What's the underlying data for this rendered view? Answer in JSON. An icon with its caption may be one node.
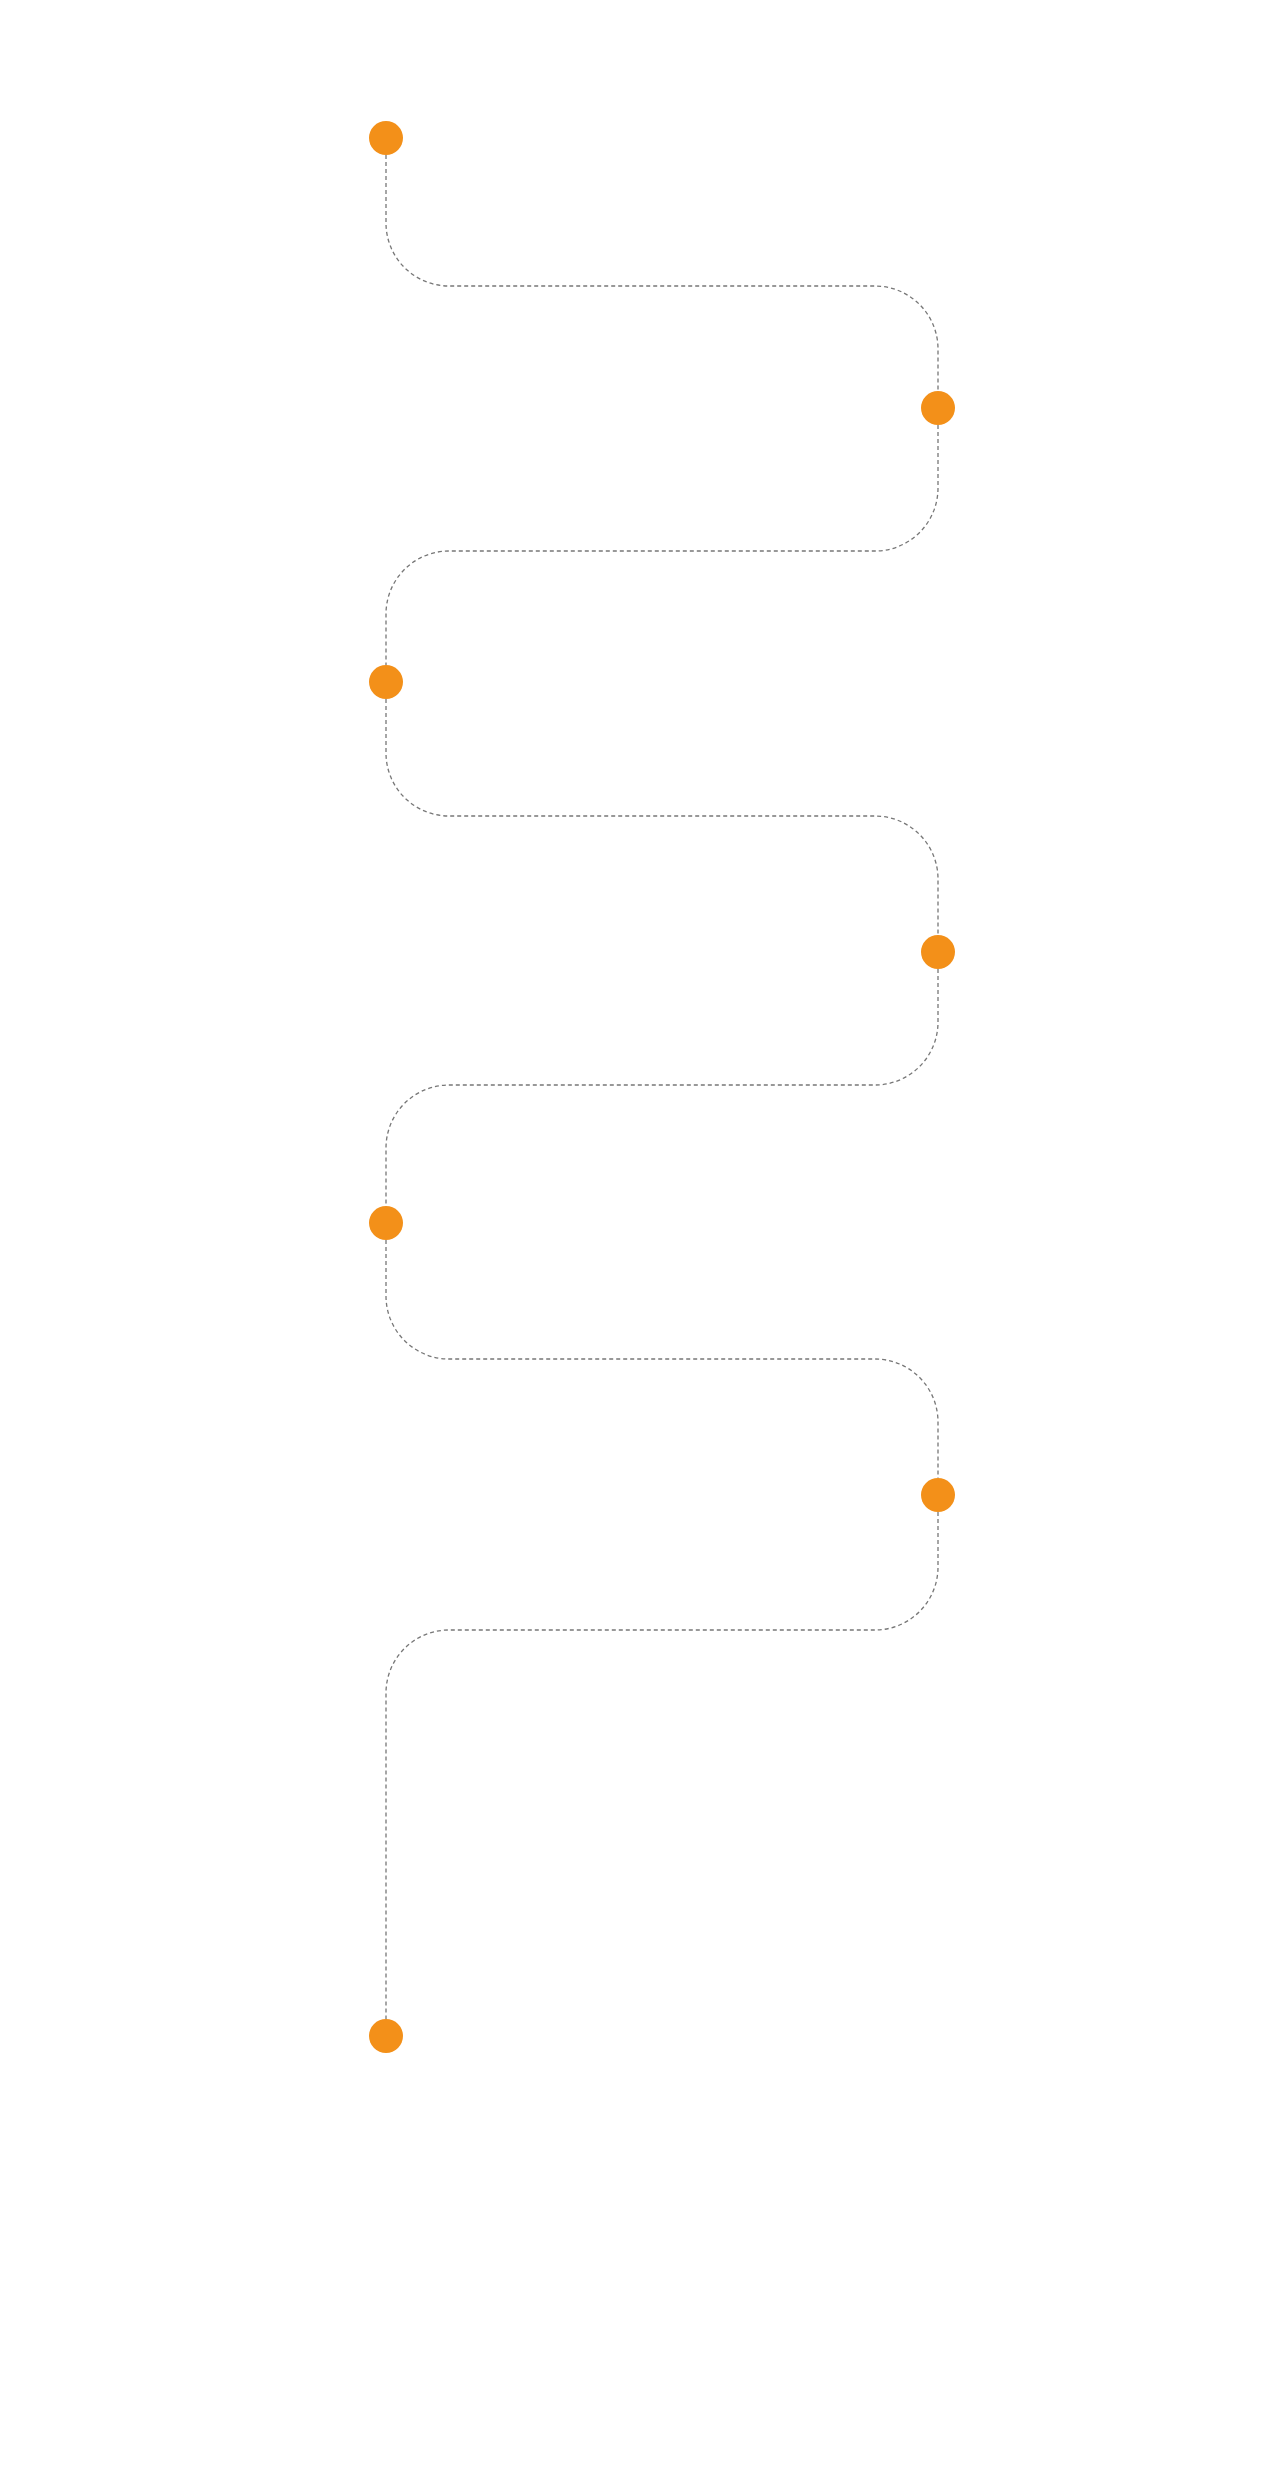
{
  "diagram": {
    "nodes": [
      {
        "text": [],
        "shape": "circle"
      },
      {
        "text": [],
        "shape": "circle"
      },
      {
        "text": [],
        "shape": "circle"
      },
      {
        "text": [],
        "shape": "circle"
      },
      {
        "text": [],
        "shape": "circle"
      },
      {
        "text": [],
        "shape": "circle"
      },
      {
        "text": [],
        "shape": "circle"
      }
    ],
    "edges": [
      {
        "from": 0,
        "to": 1,
        "arrow": "none",
        "style": "dashed"
      },
      {
        "from": 1,
        "to": 2,
        "arrow": "none",
        "style": "dashed"
      },
      {
        "from": 2,
        "to": 3,
        "arrow": "none",
        "style": "dashed"
      },
      {
        "from": 3,
        "to": 4,
        "arrow": "none",
        "style": "dashed"
      },
      {
        "from": 4,
        "to": 5,
        "arrow": "none",
        "style": "dashed"
      },
      {
        "from": 5,
        "to": 6,
        "arrow": "none",
        "style": "dashed"
      }
    ]
  }
}
